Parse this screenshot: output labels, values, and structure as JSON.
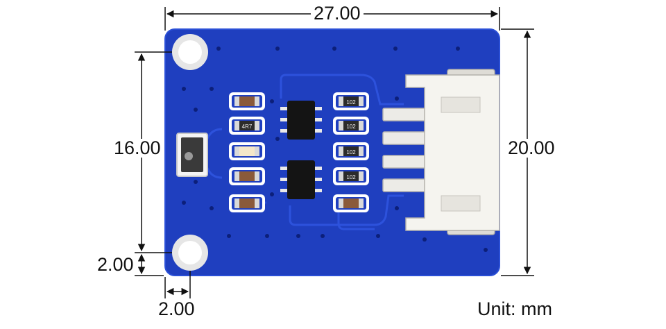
{
  "dimensions": {
    "width_top": "27.00",
    "height_left": "16.00",
    "height_right": "20.00",
    "offset_bottom_vertical": "2.00",
    "offset_bottom_horizontal": "2.00"
  },
  "unit_label": "Unit: mm",
  "board": {
    "chip_labels": [
      "4R7",
      "102",
      "102",
      "102",
      "102"
    ],
    "colors": {
      "pcb": "#1f3fbf",
      "pcb_edge": "#2a4fd6",
      "connector": "#f3f1ec",
      "dimension_line": "#111111",
      "text": "#111111"
    }
  }
}
